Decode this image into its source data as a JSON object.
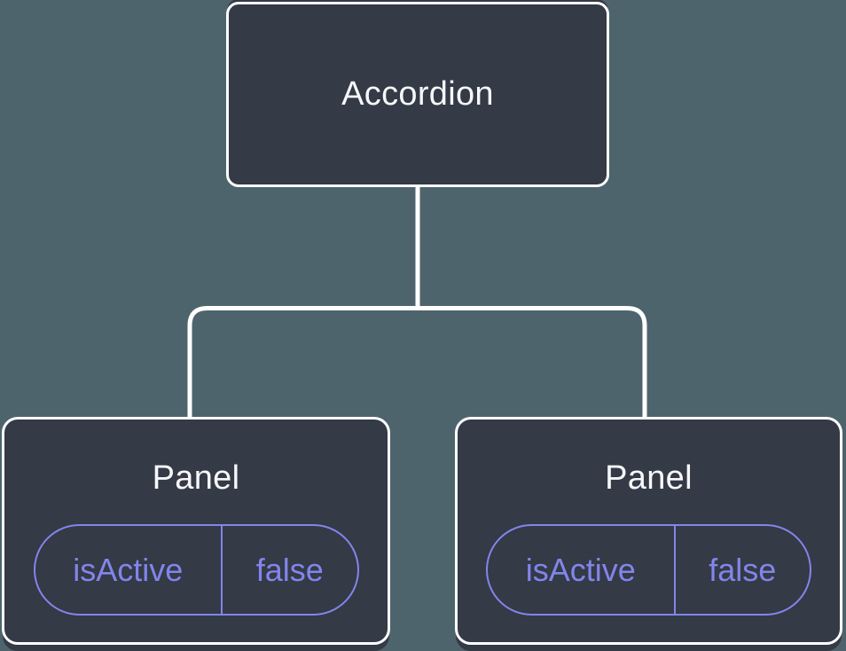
{
  "colors": {
    "background": "#4E646D",
    "node_fill": "#343A46",
    "node_border": "#FFFFFF",
    "node_text": "#F6F7F9",
    "state_accent": "#8285EB",
    "connector": "#FFFFFF"
  },
  "tree": {
    "root": {
      "label": "Accordion"
    },
    "children": [
      {
        "label": "Panel",
        "state": {
          "name": "isActive",
          "value": "false"
        }
      },
      {
        "label": "Panel",
        "state": {
          "name": "isActive",
          "value": "false"
        }
      }
    ]
  }
}
